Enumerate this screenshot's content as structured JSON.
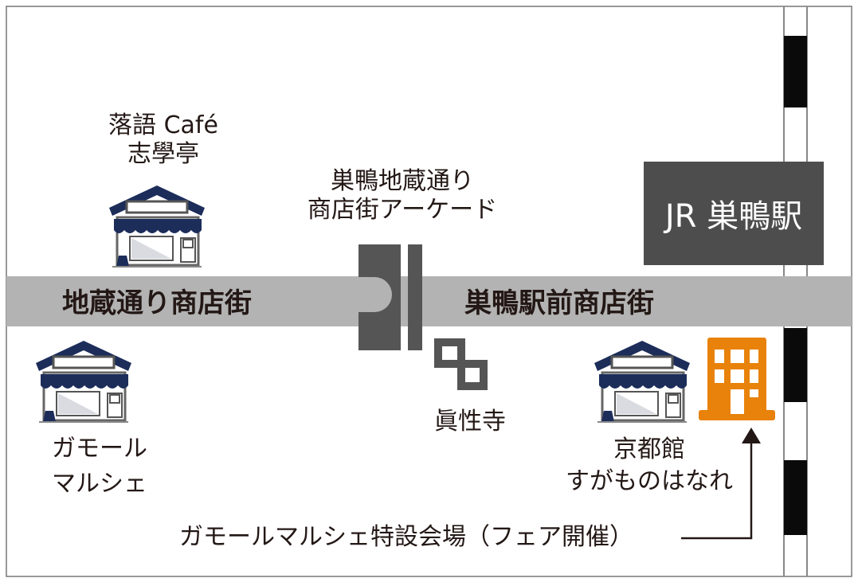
{
  "roads": {
    "west": "地蔵通り商店街",
    "east": "巣鴨駅前商店街"
  },
  "station": "JR 巣鴨駅",
  "arcade": {
    "line1": "巣鴨地蔵通り",
    "line2": "商店街アーケード"
  },
  "temple": "眞性寺",
  "shops": [
    {
      "line1": "落語 Café",
      "line2": "志學亭"
    },
    {
      "line1": "ガモール",
      "line2": "マルシェ"
    },
    {
      "line1": "京都館",
      "line2": "すがものはなれ"
    }
  ],
  "venue_note": "ガモールマルシェ特設会場（フェア開催）",
  "colors": {
    "road": "#b3b3b3",
    "building": "#4d4d4d",
    "hotel": "#e8820a",
    "awning": "#1c2d5a"
  }
}
